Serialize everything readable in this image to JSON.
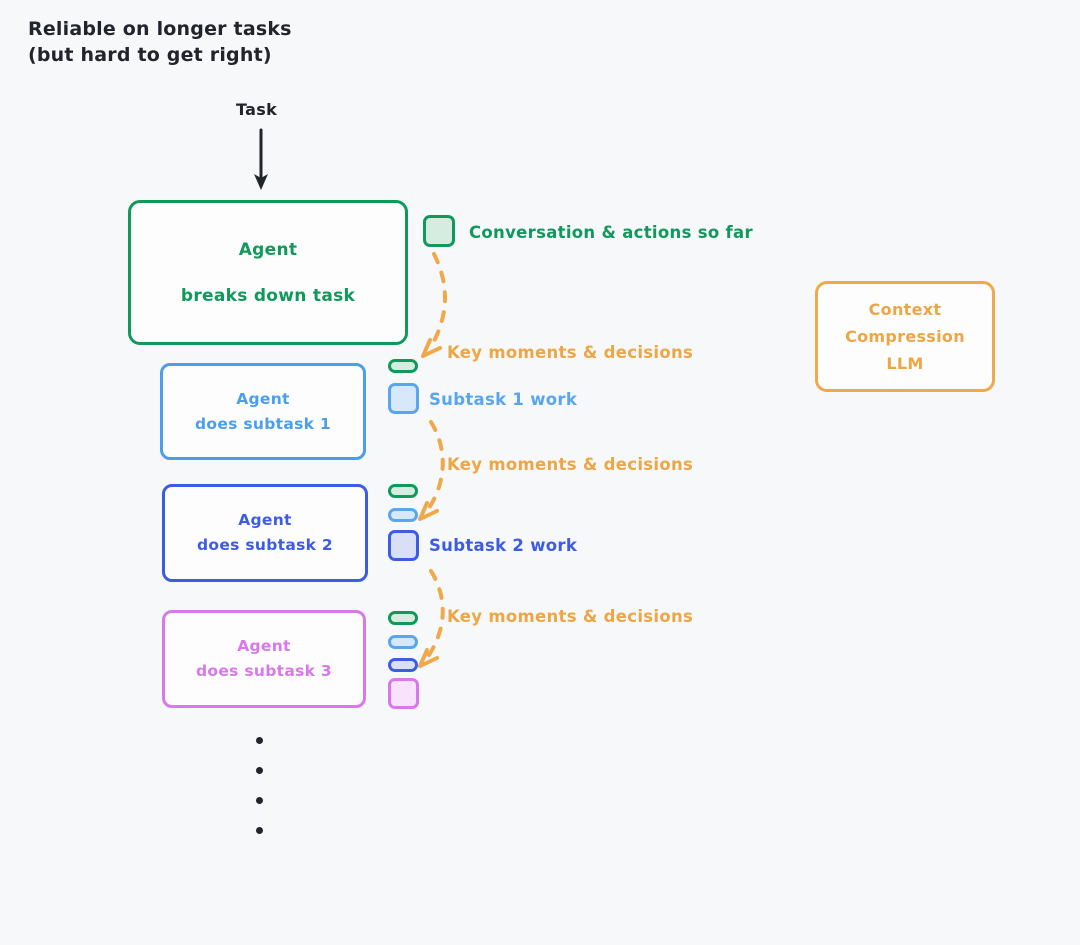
{
  "heading": {
    "line1": "Reliable on longer tasks",
    "line2": "(but hard to get right)"
  },
  "flow": {
    "task_label": "Task",
    "arrow_icon": "down-arrow-icon"
  },
  "boxes": {
    "main": {
      "line1": "Agent",
      "line2": "breaks down task",
      "color": "#11995b"
    },
    "subtask1": {
      "line1": "Agent",
      "line2": "does subtask 1",
      "color": "#4a9eeb"
    },
    "subtask2": {
      "line1": "Agent",
      "line2": "does subtask 2",
      "color": "#3d5ce4"
    },
    "subtask3": {
      "line1": "Agent",
      "line2": "does subtask 3",
      "color": "#d878ea"
    },
    "compression_llm": {
      "line1": "Context",
      "line2": "Compression",
      "line3": "LLM",
      "color": "#efa94a"
    }
  },
  "labels": {
    "conversation_so_far": "Conversation & actions so far",
    "key_moments_1": "Key moments & decisions",
    "subtask1_work": "Subtask 1 work",
    "key_moments_2": "Key moments & decisions",
    "subtask2_work": "Subtask 2 work",
    "key_moments_3": "Key moments & decisions"
  },
  "icons": {
    "context_green_square": "green-context-square-icon",
    "context_blue_square": "blue-context-square-icon",
    "context_indigo_square": "indigo-context-square-icon",
    "context_pink_square": "pink-context-square-icon",
    "compressed_green_pill": "green-compressed-pill-icon",
    "compressed_blue_pill": "blue-compressed-pill-icon",
    "compressed_indigo_pill": "indigo-compressed-pill-icon",
    "compression_arrow": "dashed-curved-arrow-icon"
  },
  "ellipsis": {
    "dot_count": 4
  },
  "colors": {
    "background": "#f7f8fa",
    "text": "#21242b",
    "green": "#11995b",
    "light_blue": "#4a9eeb",
    "indigo": "#3d5ce4",
    "magenta": "#d878ea",
    "orange": "#eda646"
  }
}
